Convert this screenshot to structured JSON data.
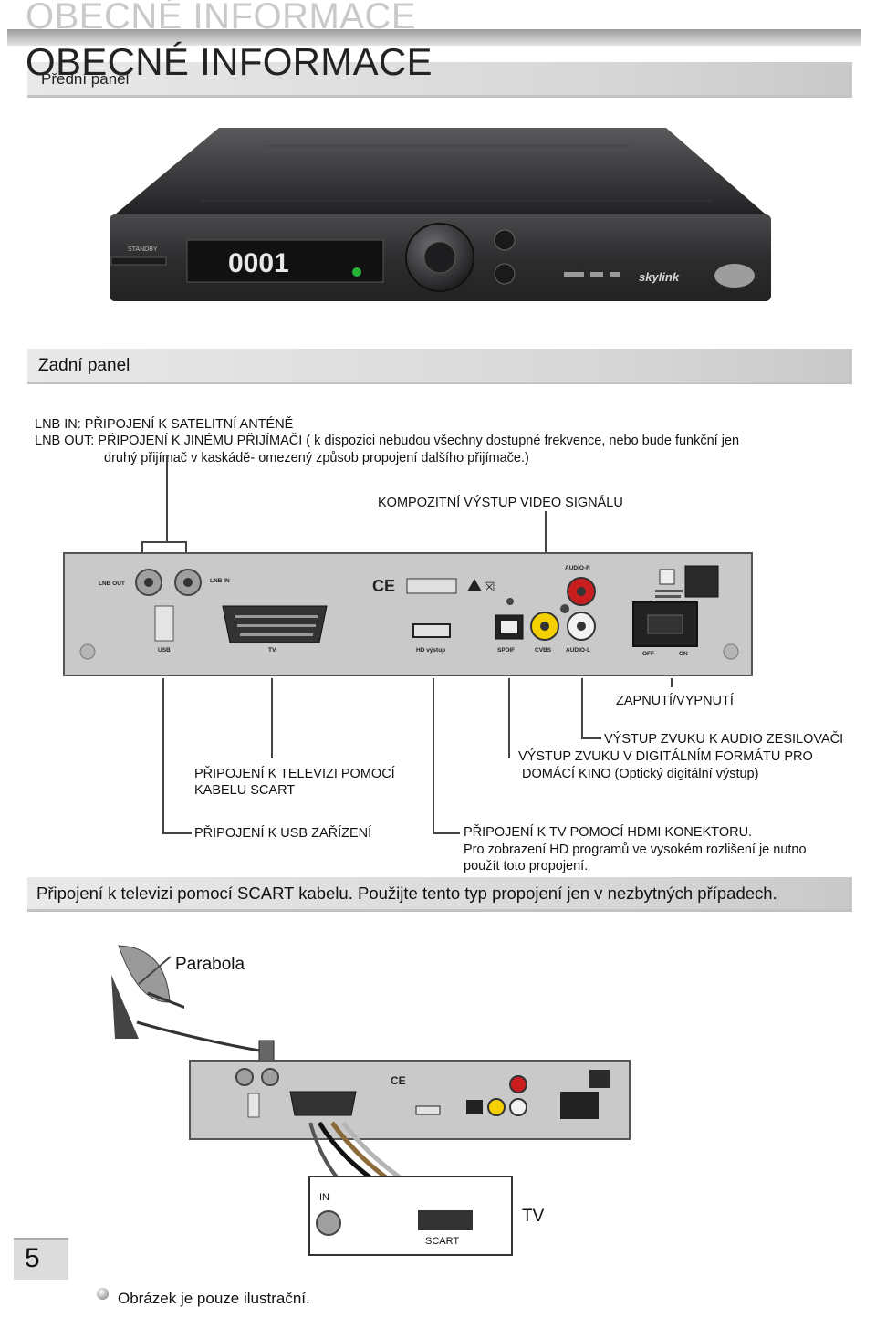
{
  "header": {
    "ghost_title": "OBECNÉ INFORMACE",
    "title": "OBECNÉ INFORMACE"
  },
  "front_panel": {
    "heading": "Přední panel",
    "display_value": "0001",
    "standby_label": "STANDBY",
    "brand": "skylink"
  },
  "rear_panel": {
    "heading": "Zadní panel",
    "lnb_in_text": "LNB IN: PŘIPOJENÍ K SATELITNÍ ANTÉNĚ",
    "lnb_out_text_1": "LNB OUT: PŘIPOJENÍ K JINÉMU PŘIJÍMAČI ( k dispozici nebudou všechny dostupné frekvence, nebo bude funkční jen",
    "lnb_out_text_2": "druhý  přijímač v kaskádě- omezený způsob propojení dalšího přijímače.)",
    "composite_label": "KOMPOZITNÍ VÝSTUP VIDEO SIGNÁLU",
    "power_label": "ZAPNUTÍ/VYPNUTÍ",
    "audio_label": "VÝSTUP ZVUKU K AUDIO ZESILOVAČI",
    "spdif_label_1": "VÝSTUP ZVUKU V DIGITÁLNÍM FORMÁTU PRO",
    "spdif_label_2": "DOMÁCÍ KINO (Optický digitální výstup)",
    "scart_label_1": "PŘIPOJENÍ K TELEVIZI POMOCÍ",
    "scart_label_2": "KABELU SCART",
    "usb_label": "PŘIPOJENÍ K USB ZAŘÍZENÍ",
    "hdmi_label_1": "PŘIPOJENÍ K TV POMOCÍ HDMI KONEKTORU.",
    "hdmi_label_2": "Pro zobrazení HD programů ve vysokém rozlišení je nutno",
    "hdmi_label_3": "použít toto propojení.",
    "ports": {
      "lnb_out": "LNB OUT",
      "lnb_in": "LNB IN",
      "usb": "USB",
      "tv": "TV",
      "hdmi": "HD výstup",
      "spdif": "SPDIF",
      "cvbs": "CVBS",
      "audio_l": "AUDIO-L",
      "audio_r": "AUDIO-R",
      "off": "OFF",
      "on": "ON"
    }
  },
  "scart_section": {
    "heading": "Připojení k televizi pomocí SCART kabelu. Použijte tento typ propojení jen v nezbytných případech.",
    "parabola_label": "Parabola",
    "tv_label": "TV",
    "tv_in_label": "IN",
    "tv_scart_label": "SCART"
  },
  "footer": {
    "page_number": "5",
    "note": "Obrázek je pouze ilustrační."
  },
  "colors": {
    "cvbs_jack": "#f5d000",
    "audio_r_jack": "#c81e1e",
    "section_bar": "#dedede",
    "device_body": "#2b2b2d"
  }
}
